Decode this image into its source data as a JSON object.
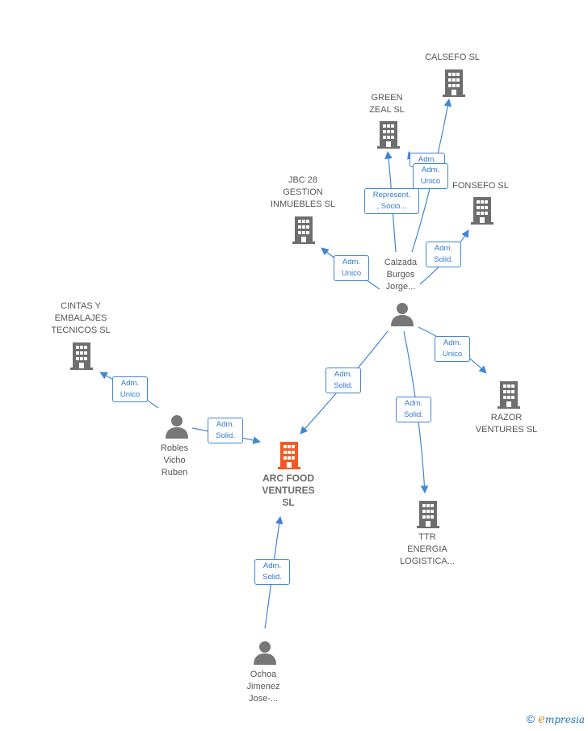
{
  "colors": {
    "edge": "#3f86d6",
    "building": "#6e6e6e",
    "main_building": "#f15a24",
    "person": "#777777"
  },
  "companies": [
    {
      "id": "calsefo",
      "label": "CALSEFO  SL",
      "icon": "building-icon"
    },
    {
      "id": "green",
      "label": "GREEN\nZEAL  SL",
      "icon": "building-icon"
    },
    {
      "id": "jbc",
      "label": "JBC 28\nGESTION\nINMUEBLES  SL",
      "icon": "building-icon"
    },
    {
      "id": "fonsefo",
      "label": "FONSEFO  SL",
      "icon": "building-icon"
    },
    {
      "id": "cintas",
      "label": "CINTAS Y\nEMBALAJES\nTECNICOS  SL",
      "icon": "building-icon"
    },
    {
      "id": "razor",
      "label": "RAZOR\nVENTURES  SL",
      "icon": "building-icon"
    },
    {
      "id": "arc",
      "label": "ARC FOOD\nVENTURES\nSL",
      "icon": "building-icon",
      "main": true
    },
    {
      "id": "ttr",
      "label": "TTR\nENERGIA\nLOGISTICA...",
      "icon": "building-icon"
    }
  ],
  "persons": [
    {
      "id": "calzada",
      "label": "Calzada\nBurgos\nJorge...",
      "icon": "person-icon"
    },
    {
      "id": "robles",
      "label": "Robles\nVicho\nRuben",
      "icon": "person-icon"
    },
    {
      "id": "ochoa",
      "label": "Ochoa\nJimenez\nJose-...",
      "icon": "person-icon"
    }
  ],
  "relations": [
    {
      "id": "r-green",
      "label": "Represent.\n, Socio..."
    },
    {
      "id": "r-calsefo-back",
      "label": "Adm."
    },
    {
      "id": "r-calsefo",
      "label": "Adm.\nUnico"
    },
    {
      "id": "r-jbc",
      "label": "Adm.\nUnico"
    },
    {
      "id": "r-fonsefo",
      "label": "Adm.\nSolid."
    },
    {
      "id": "r-razor",
      "label": "Adm.\nUnico"
    },
    {
      "id": "r-arc-calzada",
      "label": "Adm.\nSolid."
    },
    {
      "id": "r-ttr",
      "label": "Adm.\nSolid."
    },
    {
      "id": "r-cintas",
      "label": "Adm.\nUnico"
    },
    {
      "id": "r-arc-robles",
      "label": "Adm.\nSolid."
    },
    {
      "id": "r-arc-ochoa",
      "label": "Adm.\nSolid."
    }
  ],
  "footer": {
    "copyright": "©",
    "brand_e": "e",
    "brand_rest": "mpresia"
  }
}
